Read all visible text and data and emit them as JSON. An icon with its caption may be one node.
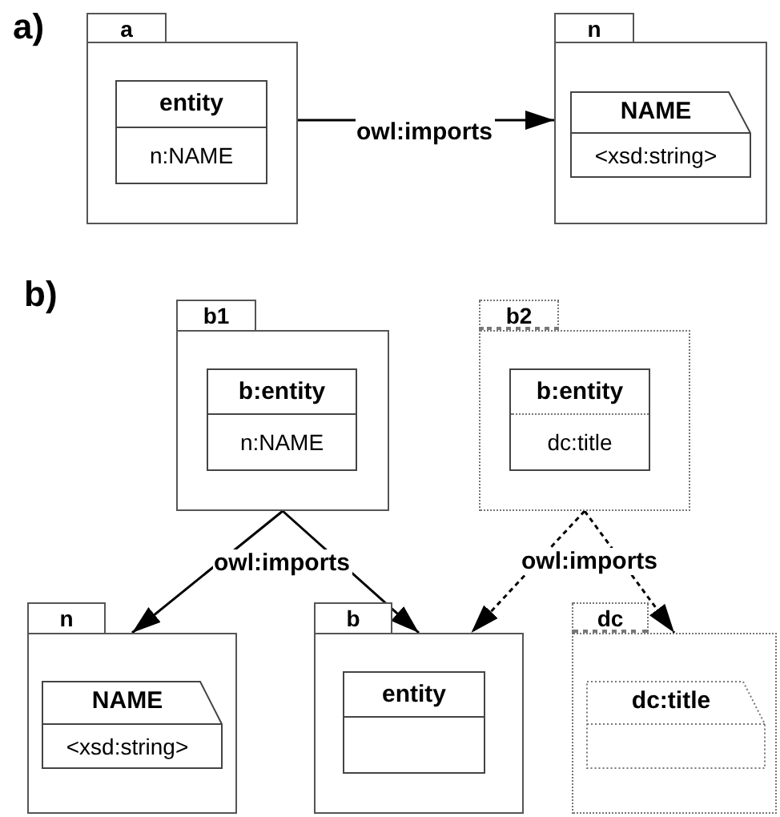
{
  "diagram": {
    "nodes": [
      {
        "text": [
          "a"
        ]
      },
      {
        "text": [
          "entity",
          "n:NAME"
        ],
        "in": 0
      },
      {
        "text": [
          "n"
        ]
      },
      {
        "text": [
          "NAME",
          "<xsd:string>"
        ],
        "in": 2
      },
      {
        "text": [
          "b1"
        ]
      },
      {
        "text": [
          "b:entity",
          "n:NAME"
        ],
        "in": 4
      },
      {
        "text": [
          "b2"
        ]
      },
      {
        "text": [
          "b:entity",
          "dc:title"
        ],
        "in": 6
      },
      {
        "text": [
          "n"
        ]
      },
      {
        "text": [
          "NAME",
          "<xsd:string>"
        ],
        "in": 8
      },
      {
        "text": [
          "b"
        ]
      },
      {
        "text": [
          "entity"
        ],
        "in": 10
      },
      {
        "text": [
          "dc"
        ]
      },
      {
        "text": [
          "dc:title"
        ],
        "in": 12
      }
    ],
    "edges": [
      {
        "from": 0,
        "to": 2,
        "arrow": "to",
        "label": "owl:imports"
      },
      {
        "from": 4,
        "to": 8,
        "arrow": "to",
        "label": "owl:imports"
      },
      {
        "from": 4,
        "to": 10,
        "arrow": "to"
      },
      {
        "from": 6,
        "to": 10,
        "arrow": "to",
        "style": "dashed",
        "label": "owl:imports"
      },
      {
        "from": 6,
        "to": 12,
        "arrow": "to",
        "style": "dashed"
      }
    ],
    "labels": [
      "a)",
      "b)"
    ]
  }
}
